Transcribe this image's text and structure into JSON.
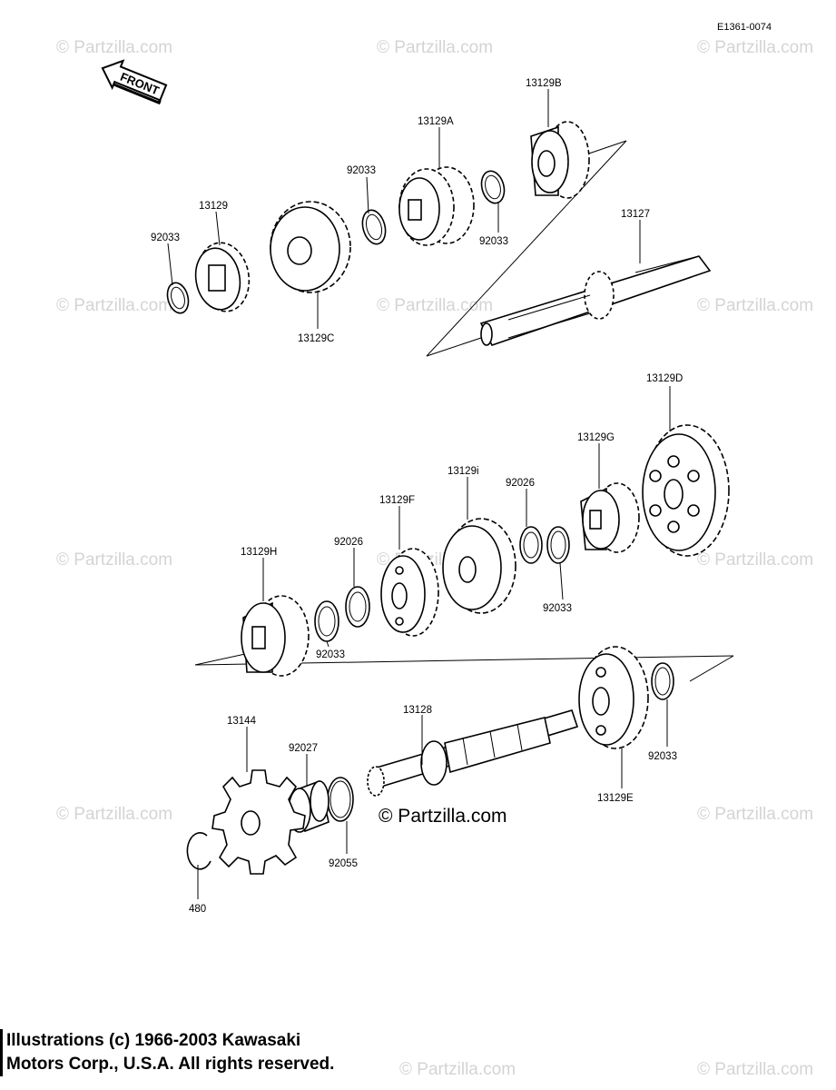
{
  "diagram_code": "E1361-0074",
  "front_label": "FRONT",
  "watermark": "© Partzilla.com",
  "center_watermark": "© Partzilla.com",
  "copyright_lines": [
    "Illustrations (c) 1966-2003 Kawasaki",
    "Motors Corp., U.S.A.  All rights reserved."
  ],
  "parts": {
    "p92033_a": "92033",
    "p13129": "13129",
    "p13129C": "13129C",
    "p92033_b": "92033",
    "p13129A": "13129A",
    "p92033_c": "92033",
    "p13129B": "13129B",
    "p13127": "13127",
    "p13129D": "13129D",
    "p13129G": "13129G",
    "p92026_a": "92026",
    "p13129i": "13129i",
    "p13129F": "13129F",
    "p92026_b": "92026",
    "p13129H": "13129H",
    "p92033_d": "92033",
    "p92033_e": "92033",
    "p13128": "13128",
    "p13144": "13144",
    "p92027": "92027",
    "p92055": "92055",
    "p480": "480",
    "p13129E": "13129E",
    "p92033_f": "92033"
  }
}
